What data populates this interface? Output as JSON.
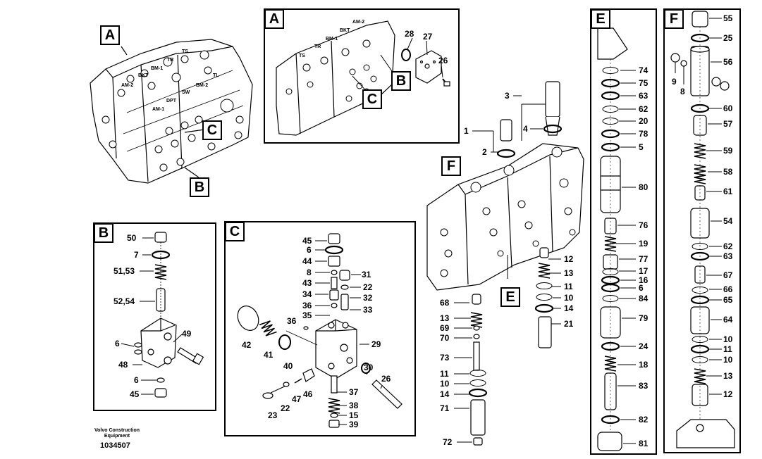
{
  "footer": {
    "company_line1": "Volvo Construction",
    "company_line2": "Equipment",
    "drawing_number": "1034507"
  },
  "panel_tags": {
    "A": "A",
    "B": "B",
    "C": "C",
    "E": "E",
    "F": "F"
  },
  "main_view": {
    "callouts": [
      "A",
      "B",
      "C"
    ],
    "port_labels": [
      "TS",
      "TR",
      "BKT",
      "BM-1",
      "AM-2",
      "TL",
      "BM-2",
      "SW",
      "DPT",
      "AM-1"
    ]
  },
  "panel_a": {
    "callouts": [
      "B",
      "C"
    ],
    "port_labels": [
      "AM-2",
      "BKT",
      "BM-1",
      "TR",
      "TS"
    ],
    "parts": [
      "28",
      "27",
      "26"
    ]
  },
  "panel_b": {
    "parts": [
      "50",
      "7",
      "51,53",
      "52,54",
      "49",
      "6",
      "48",
      "6",
      "45"
    ]
  },
  "panel_c": {
    "parts": [
      "45",
      "6",
      "44",
      "8",
      "43",
      "34",
      "36",
      "35",
      "31",
      "22",
      "32",
      "33",
      "36",
      "42",
      "41",
      "40",
      "29",
      "30",
      "26",
      "46",
      "47",
      "22",
      "23",
      "37",
      "38",
      "15",
      "39"
    ]
  },
  "center_assembly": {
    "callouts": [
      "F",
      "E"
    ],
    "parts": [
      "3",
      "1",
      "4",
      "2",
      "12",
      "13",
      "11",
      "10",
      "14",
      "21",
      "68",
      "13",
      "69",
      "70",
      "73",
      "11",
      "10",
      "14",
      "71",
      "72"
    ]
  },
  "panel_e": {
    "parts": [
      "74",
      "75",
      "63",
      "62",
      "20",
      "78",
      "5",
      "80",
      "76",
      "19",
      "77",
      "17",
      "16",
      "6",
      "84",
      "79",
      "24",
      "18",
      "83",
      "82",
      "81"
    ]
  },
  "panel_f": {
    "parts": [
      "55",
      "25",
      "56",
      "9",
      "8",
      "60",
      "57",
      "59",
      "58",
      "61",
      "54",
      "62",
      "63",
      "67",
      "66",
      "65",
      "64",
      "10",
      "11",
      "10",
      "13",
      "12"
    ]
  }
}
